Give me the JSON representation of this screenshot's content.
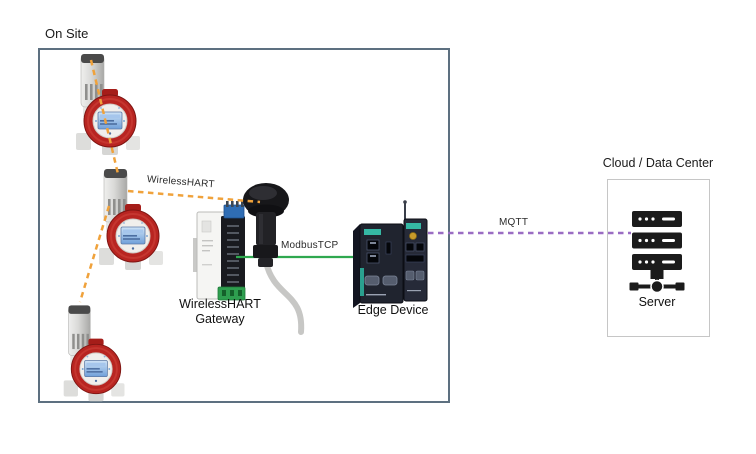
{
  "zones": {
    "onsite": {
      "label": "On Site"
    },
    "cloud": {
      "label": "Cloud / Data Center"
    }
  },
  "nodes": {
    "sensors": {
      "count": 3
    },
    "gateway": {
      "label_line1": "WirelessHART",
      "label_line2": "Gateway"
    },
    "edge_device": {
      "label": "Edge Device"
    },
    "server": {
      "label": "Server"
    }
  },
  "connections": {
    "wirelesshart": {
      "label": "WirelessHART",
      "color": "#f0a23b",
      "style": "dashed"
    },
    "modbustcp": {
      "label": "ModbusTCP",
      "color": "#2fa84f",
      "style": "solid"
    },
    "mqtt": {
      "label": "MQTT",
      "color": "#9a6cc3",
      "style": "dashed"
    }
  },
  "colors": {
    "onsite_border": "#5d7080",
    "cloud_border": "#c6c6c6",
    "sensor_red": "#b82521",
    "edge_teal": "#35b8a4",
    "server_black": "#1b1b1b"
  }
}
